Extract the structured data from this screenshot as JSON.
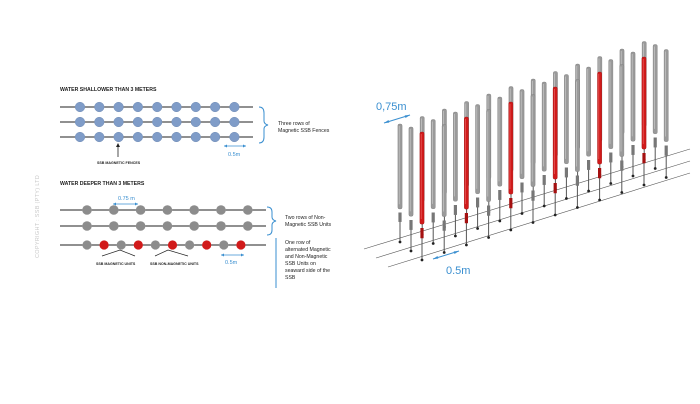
{
  "copyright": "COPYRIGHT : SSB (PTY) LTD",
  "shallow": {
    "heading": "WATER SHALLOWER THAN 3 METERS",
    "note": [
      "Three rows of",
      "Magnetic SSB Fences"
    ],
    "fence_label": "SSB MAGNETIC FENCES",
    "spacing_label": "0.5m",
    "rows": 3,
    "units_per_row": 9
  },
  "deep": {
    "heading": "WATER DEEPER THAN 3 METERS",
    "spacing_top_label": "0.75 m",
    "spacing_bottom_label": "0.5m",
    "note_top": [
      "Two rows of Non-",
      "Magnetic SSB Units"
    ],
    "note_bottom": [
      "One row of",
      "alternated Magnetic",
      "and Non-Magnetic",
      "SSB Units on",
      "seaward side of the",
      "SSB"
    ],
    "magnetic_label": "SSB MAGNETIC UNITS",
    "nonmagnetic_label": "SSB NON-MAGNETIC UNITS",
    "units_per_row": 7,
    "bottom_row_units": 10
  },
  "perspective": {
    "spacing_top_label": "0,75m",
    "spacing_bottom_label": "0.5m",
    "rows": 3,
    "columns": 12
  },
  "colors": {
    "magnetic_unit": "#7f9cc8",
    "non_magnetic_unit": "#8c8c8c",
    "red_unit": "#d11a1a",
    "dimension": "#3a8fd0",
    "bracket": "#3a8fd0"
  }
}
